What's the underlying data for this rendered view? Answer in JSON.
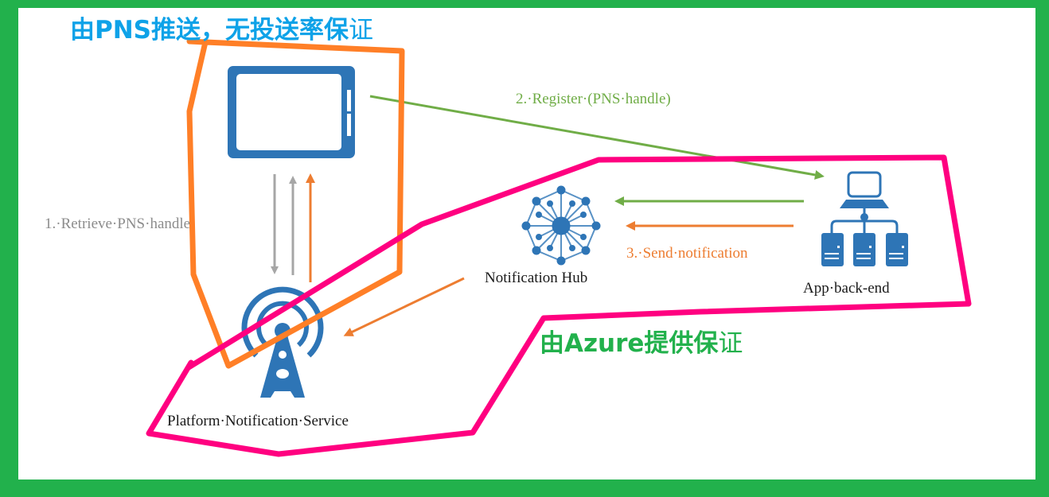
{
  "annotations": {
    "pns_note": {
      "text_bold": "由PNS推送，无投送率保",
      "text_tail": "证",
      "color": "#0ea2e8"
    },
    "azure_note": {
      "text_bold": "由Azure提供保",
      "text_tail": "证",
      "color": "#22b14c"
    }
  },
  "nodes": {
    "device": {
      "icon": "tablet-icon"
    },
    "pns": {
      "icon": "broadcast-tower-icon",
      "label": "Platform·Notification·Service"
    },
    "hub": {
      "icon": "notification-hub-icon",
      "label": "Notification Hub"
    },
    "backend": {
      "icon": "server-network-icon",
      "label": "App·back-end"
    }
  },
  "edges": {
    "retrieve": {
      "label": "1.·Retrieve·PNS·handle",
      "color": "#a6a6a6"
    },
    "register": {
      "label": "2.·Register·(PNS·handle)",
      "color": "#70ad47"
    },
    "send": {
      "label": "3.·Send·notification",
      "color": "#ed7d31"
    }
  },
  "colors": {
    "frame": "#22b14c",
    "icon_blue": "#2e75b6",
    "orange_outline": "#ff7f27",
    "pink_outline": "#ff0080",
    "label_text": "#1a1a1a"
  }
}
